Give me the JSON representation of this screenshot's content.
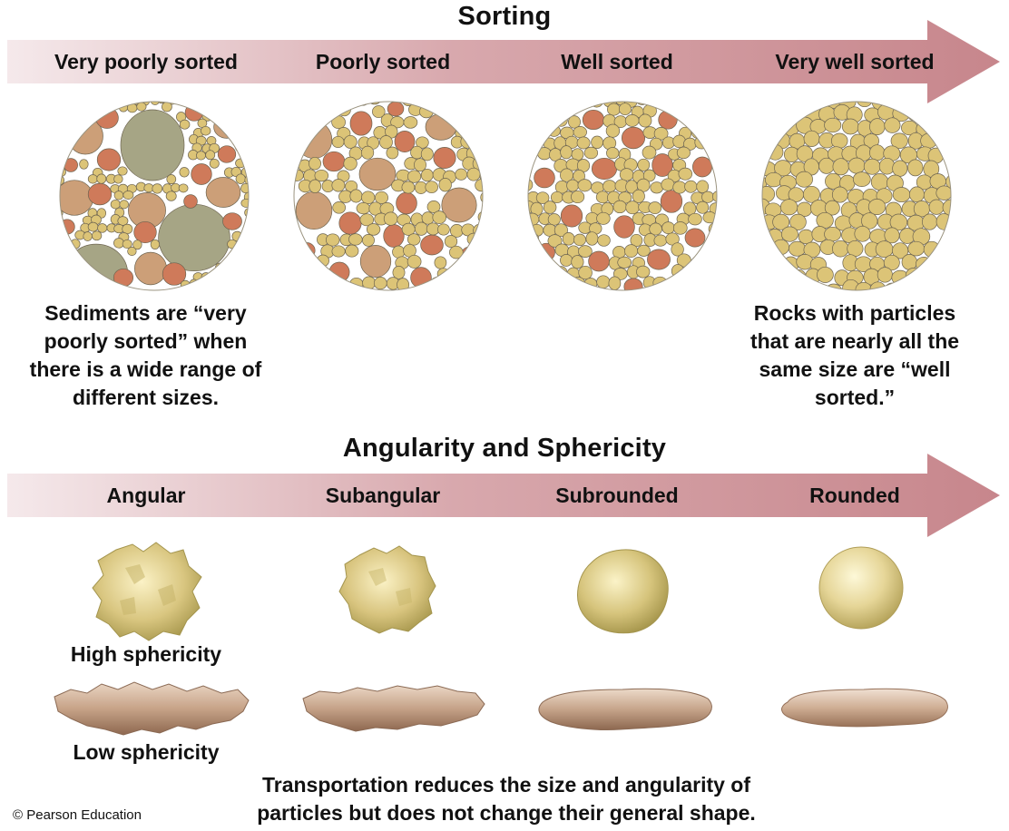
{
  "sorting": {
    "title": "Sorting",
    "stages": [
      {
        "label": "Very poorly sorted"
      },
      {
        "label": "Poorly sorted"
      },
      {
        "label": "Well sorted"
      },
      {
        "label": "Very well sorted"
      }
    ],
    "caption_left": "Sediments are “very poorly sorted” when there is a wide range of different sizes.",
    "caption_right": "Rocks with particles that are nearly all the same size are “well sorted.”"
  },
  "angularity": {
    "title": "Angularity and Sphericity",
    "stages": [
      {
        "label": "Angular"
      },
      {
        "label": "Subangular"
      },
      {
        "label": "Subrounded"
      },
      {
        "label": "Rounded"
      }
    ],
    "high_label": "High sphericity",
    "low_label": "Low sphericity",
    "caption": "Transportation reduces the size and angularity of particles but does not change their general shape."
  },
  "credit": "© Pearson Education",
  "colors": {
    "arrow_start": "#f4e7e9",
    "arrow_end": "#c9878d",
    "grain_yellow": "#dcc477",
    "grain_orange": "#cf7a5a",
    "grain_tan": "#cc9f78",
    "grain_gray": "#a6a585",
    "pebble_light": "#fbf3c8",
    "pebble_dark": "#b8a65a",
    "flat_light": "#e9d3c2",
    "flat_dark": "#a57a5f"
  }
}
